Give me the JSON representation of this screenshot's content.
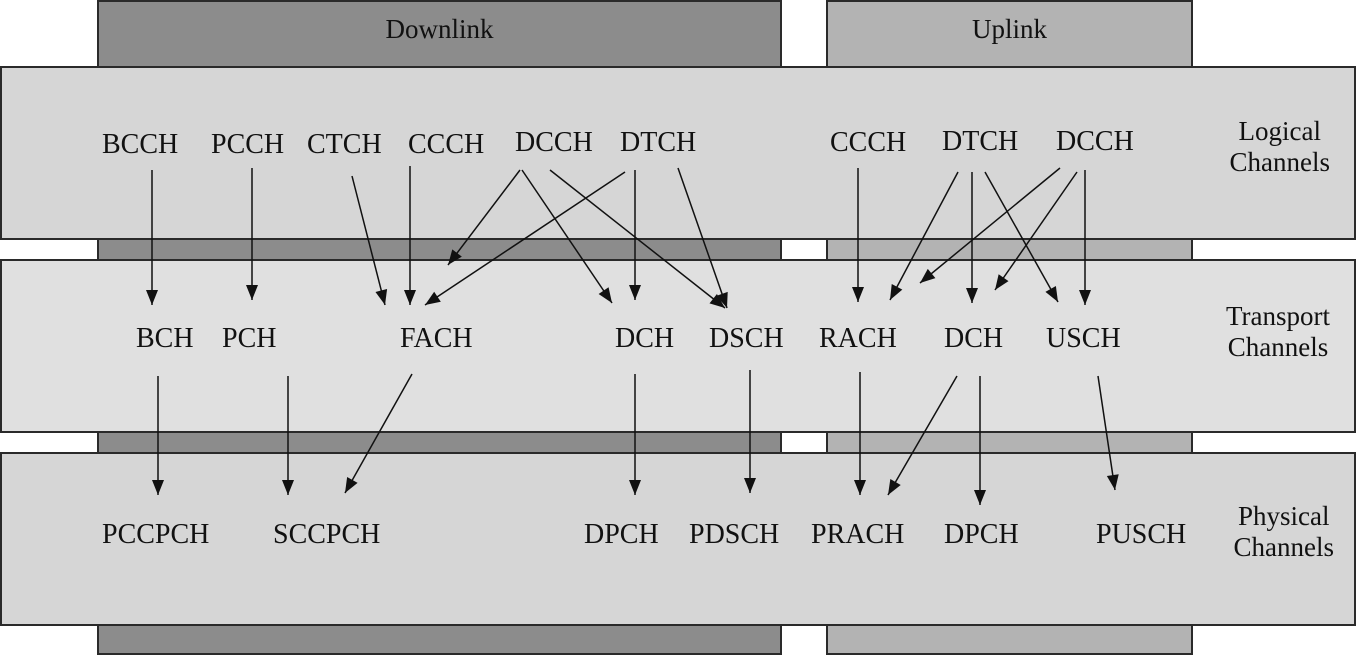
{
  "columns": {
    "downlink": "Downlink",
    "uplink": "Uplink"
  },
  "bands": {
    "logical": [
      "Logical",
      "Channels"
    ],
    "transport": [
      "Transport",
      "Channels"
    ],
    "physical": [
      "Physical",
      "Channels"
    ]
  },
  "logical": {
    "down": [
      "BCCH",
      "PCCH",
      "CTCH",
      "CCCH",
      "DCCH",
      "DTCH"
    ],
    "up": [
      "CCCH",
      "DTCH",
      "DCCH"
    ]
  },
  "transport": {
    "down": [
      "BCH",
      "PCH",
      "FACH",
      "DCH",
      "DSCH"
    ],
    "up": [
      "RACH",
      "DCH",
      "USCH"
    ]
  },
  "physical": {
    "down": [
      "PCCPCH",
      "SCCPCH",
      "DPCH",
      "PDSCH"
    ],
    "up": [
      "PRACH",
      "DPCH",
      "PUSCH"
    ]
  },
  "mappings": [
    [
      "logical.down.0",
      "transport.down.0"
    ],
    [
      "logical.down.1",
      "transport.down.1"
    ],
    [
      "logical.down.2",
      "transport.down.2"
    ],
    [
      "logical.down.3",
      "transport.down.2"
    ],
    [
      "logical.down.4",
      "transport.down.2"
    ],
    [
      "logical.down.5",
      "transport.down.2"
    ],
    [
      "logical.down.4",
      "transport.down.3"
    ],
    [
      "logical.down.4",
      "transport.down.4"
    ],
    [
      "logical.down.5",
      "transport.down.3"
    ],
    [
      "logical.down.5",
      "transport.down.4"
    ],
    [
      "logical.up.0",
      "transport.up.0"
    ],
    [
      "logical.up.1",
      "transport.up.0"
    ],
    [
      "logical.up.1",
      "transport.up.1"
    ],
    [
      "logical.up.1",
      "transport.up.2"
    ],
    [
      "logical.up.2",
      "transport.up.0"
    ],
    [
      "logical.up.2",
      "transport.up.1"
    ],
    [
      "logical.up.2",
      "transport.up.2"
    ],
    [
      "transport.down.0",
      "physical.down.0"
    ],
    [
      "transport.down.1",
      "physical.down.1"
    ],
    [
      "transport.down.2",
      "physical.down.1"
    ],
    [
      "transport.down.3",
      "physical.down.2"
    ],
    [
      "transport.down.4",
      "physical.down.3"
    ],
    [
      "transport.up.0",
      "physical.up.0"
    ],
    [
      "transport.up.1",
      "physical.up.0"
    ],
    [
      "transport.up.1",
      "physical.up.1"
    ],
    [
      "transport.up.2",
      "physical.up.2"
    ]
  ]
}
